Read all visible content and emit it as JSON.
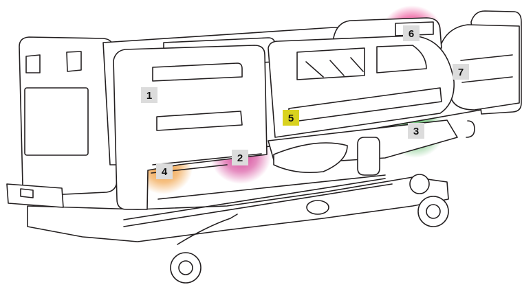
{
  "figure": {
    "subject": "hospital-bed",
    "zones": [
      {
        "label": "1",
        "color": "#3aa7e6"
      },
      {
        "label": "2",
        "color": "#d0308c"
      },
      {
        "label": "3",
        "color": "#3fae4c"
      },
      {
        "label": "4",
        "color": "#ee8f22"
      },
      {
        "label": "5",
        "color": "#c5d321"
      },
      {
        "label": "6",
        "color": "#e7247c"
      },
      {
        "label": "7",
        "color": "#3d55b8"
      }
    ],
    "badge_colors": {
      "default_fill": "#dcdcdc",
      "default_text": "#111111",
      "highlight_fill": "#d9d21f"
    }
  }
}
